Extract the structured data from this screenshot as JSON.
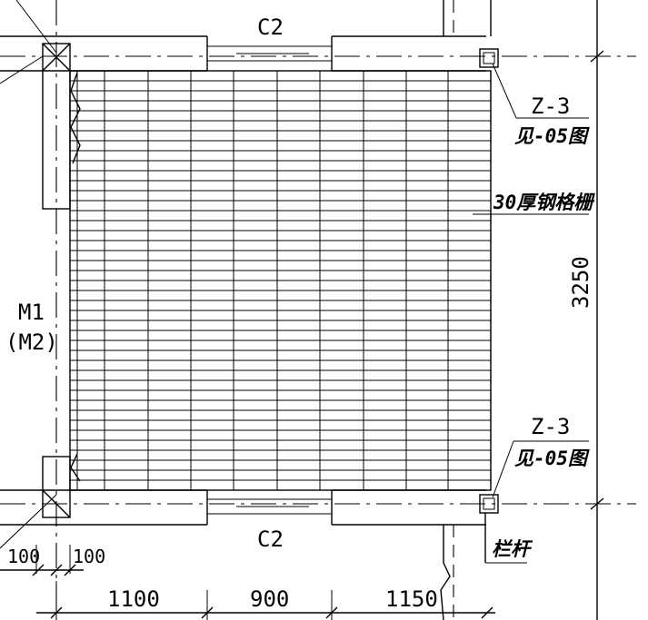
{
  "labels": {
    "window_top": "C2",
    "window_bottom": "C2",
    "door": "M1",
    "door_alt": "(M2)",
    "column_top": "Z-3",
    "column_top_ref": "见-05图",
    "column_bottom": "Z-3",
    "column_bottom_ref": "见-05图",
    "grating": "30厚钢格栅",
    "railing": "栏杆",
    "height_dim": "3250"
  },
  "dimensions": {
    "small_left": "100",
    "small_right": "100",
    "span_1": "1100",
    "span_2": "900",
    "span_3": "1150"
  }
}
